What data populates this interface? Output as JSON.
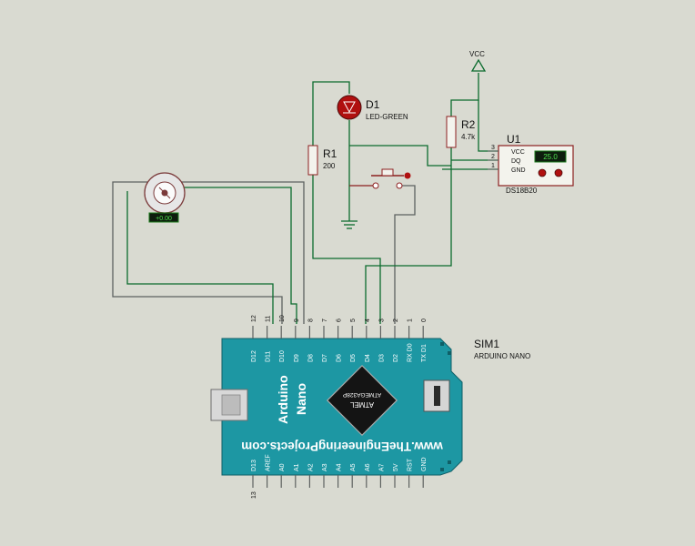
{
  "led": {
    "ref": "D1",
    "value": "LED-GREEN"
  },
  "r1": {
    "ref": "R1",
    "value": "200"
  },
  "r2": {
    "ref": "R2",
    "value": "4.7k"
  },
  "vcc": {
    "label": "VCC"
  },
  "sensor": {
    "ref": "U1",
    "part": "DS18B20",
    "display": "25.0",
    "pin_names": [
      "VCC",
      "DQ",
      "GND"
    ],
    "pin_numbers": [
      "3",
      "2",
      "1"
    ]
  },
  "motor": {
    "display": "+0.00"
  },
  "board": {
    "ref": "SIM1",
    "part": "ARDUINO NANO",
    "brand_line1": "Arduino",
    "brand_line2": "Nano",
    "url": "www.TheEngineeringProjects.com",
    "chip_line1": "ATMEL",
    "chip_line2": "ATMEGA328P",
    "top_pin_numbers": [
      "12",
      "11",
      "10",
      "9",
      "8",
      "7",
      "6",
      "5",
      "4",
      "3",
      "2",
      "1",
      "0"
    ],
    "top_pin_names": [
      "D12",
      "D11",
      "D10",
      "D9",
      "D8",
      "D7",
      "D6",
      "D5",
      "D4",
      "D3",
      "D2",
      "RX D0",
      "TX D1"
    ],
    "bottom_pin_numbers": [
      "13",
      "",
      "",
      "",
      "",
      "",
      "",
      "",
      "",
      "",
      "",
      "",
      ""
    ],
    "bottom_pin_names": [
      "D13",
      "AREF",
      "A0",
      "A1",
      "A2",
      "A3",
      "A4",
      "A5",
      "A6",
      "A7",
      "5V",
      "RST",
      "GND"
    ]
  },
  "colors": {
    "background": "#d9dad1",
    "wire": "#0b6b2e",
    "wire_gray": "#5d6160",
    "board": "#1d97a3",
    "led": "#b01010",
    "component_body": "#f3f3ed",
    "component_outline": "#8c1f1f"
  }
}
